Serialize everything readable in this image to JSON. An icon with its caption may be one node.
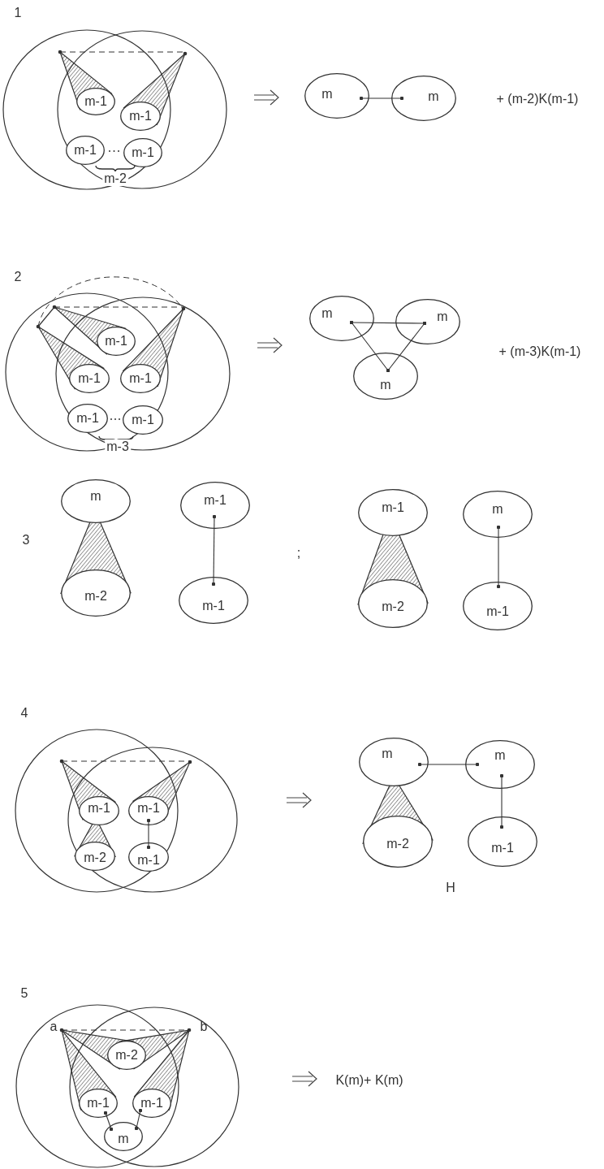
{
  "diagram": {
    "nodes": [
      {
        "text": [
          "m-1"
        ]
      },
      {
        "text": [
          "m-1"
        ]
      },
      {
        "text": [
          "m-1"
        ]
      },
      {
        "text": [
          "m-1"
        ]
      },
      {
        "text": [
          "m"
        ]
      },
      {
        "text": [
          "m"
        ]
      },
      {
        "text": [
          "m-1"
        ]
      },
      {
        "text": [
          "m-1"
        ]
      },
      {
        "text": [
          "m-1"
        ]
      },
      {
        "text": [
          "m-1"
        ]
      },
      {
        "text": [
          "m-1"
        ]
      },
      {
        "text": [
          "m"
        ]
      },
      {
        "text": [
          "m"
        ]
      },
      {
        "text": [
          "m"
        ]
      },
      {
        "text": [
          "m"
        ]
      },
      {
        "text": [
          "m-2"
        ]
      },
      {
        "text": [
          "m-1"
        ]
      },
      {
        "text": [
          "m-1"
        ]
      },
      {
        "text": [
          "m-1"
        ]
      },
      {
        "text": [
          "m-2"
        ]
      },
      {
        "text": [
          "m"
        ]
      },
      {
        "text": [
          "m-1"
        ]
      },
      {
        "text": [
          "m-1"
        ]
      },
      {
        "text": [
          "m-1"
        ]
      },
      {
        "text": [
          "m-2"
        ]
      },
      {
        "text": [
          "m-1"
        ]
      },
      {
        "text": [
          "m"
        ]
      },
      {
        "text": [
          "m"
        ]
      },
      {
        "text": [
          "m-2"
        ]
      },
      {
        "text": [
          "m-1"
        ]
      },
      {
        "text": [
          "m-2"
        ]
      },
      {
        "text": [
          "m-1"
        ]
      },
      {
        "text": [
          "m-1"
        ]
      },
      {
        "text": [
          "m"
        ]
      }
    ],
    "edges": [
      {
        "from": 4,
        "to": 5,
        "arrow": "other"
      },
      {
        "from": 11,
        "to": 12,
        "arrow": "other"
      },
      {
        "from": 11,
        "to": 13,
        "arrow": "other"
      },
      {
        "from": 12,
        "to": 13,
        "arrow": "other"
      },
      {
        "from": 16,
        "to": 17,
        "arrow": "other"
      },
      {
        "from": 20,
        "to": 21,
        "arrow": "other"
      },
      {
        "from": 23,
        "to": 25,
        "arrow": "other"
      },
      {
        "from": 26,
        "to": 27,
        "arrow": "other"
      },
      {
        "from": 27,
        "to": 29,
        "arrow": "other"
      },
      {
        "from": 31,
        "to": 33,
        "arrow": "other"
      },
      {
        "from": 32,
        "to": 33,
        "arrow": "other"
      }
    ],
    "labels": [
      "1",
      "+ (m-2)K(m-1)",
      "m-2",
      "2",
      "+ (m-3)K(m-1)",
      "m-3",
      "3",
      ";",
      "4",
      "H",
      "5",
      "a",
      "b",
      "K(m)+ K(m)"
    ]
  }
}
